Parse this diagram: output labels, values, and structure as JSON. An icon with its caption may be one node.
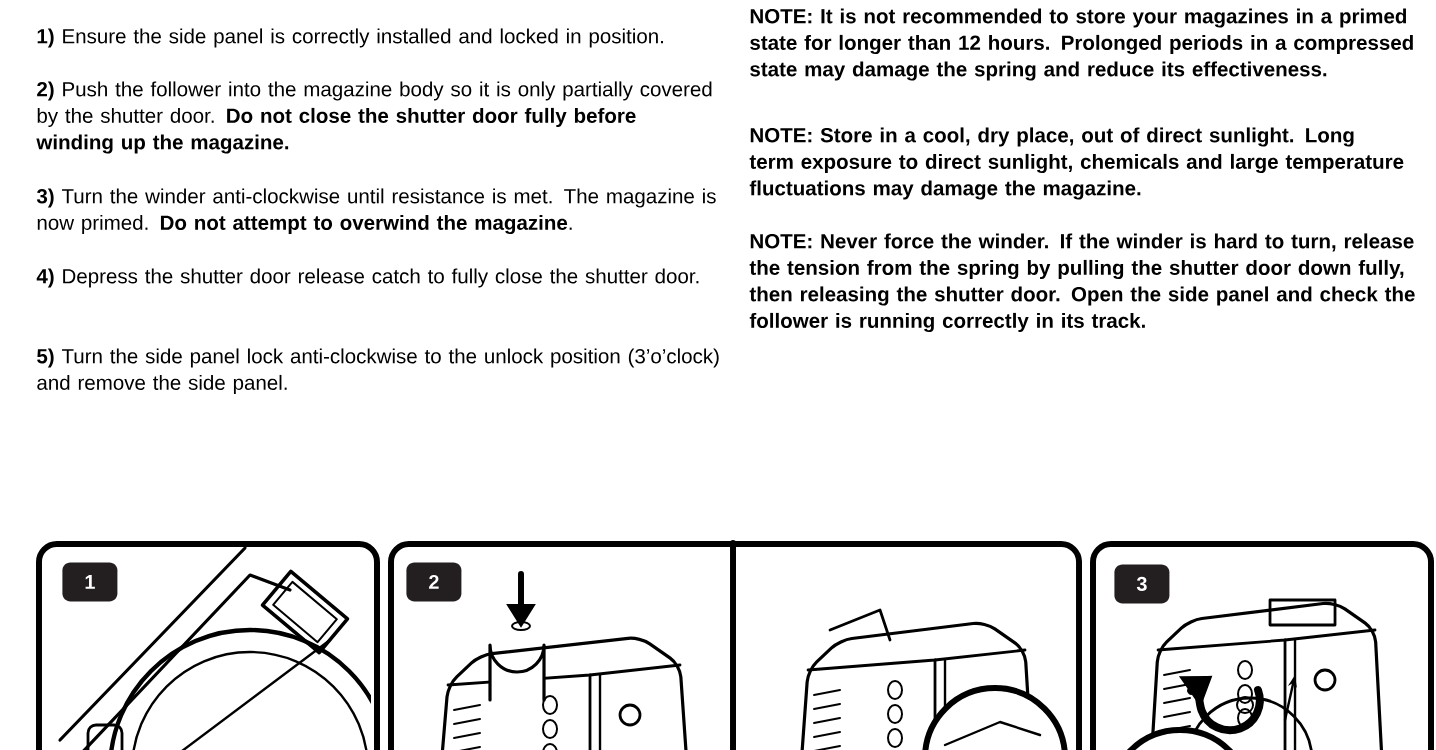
{
  "diagram": {
    "nodes": [
      {
        "text": [
          "1"
        ]
      },
      {
        "text": [
          "2"
        ]
      },
      {
        "text": [
          "3"
        ]
      }
    ],
    "labels": [
      "**1)** Ensure the side panel is correctly installed and locked in position.",
      "**2)** Push the follower into the magazine body so it is only partially covered by the shutter door. **Do not close the shutter door fully before winding up the magazine.**",
      "**3)** Turn the winder anti-clockwise until resistance is met. The magazine is now primed. **Do not attempt to overwind the magazine**.",
      "**4)** Depress the shutter door release catch to fully close the shutter door.",
      "**5)** Turn the side panel lock anti-clockwise to the unlock position (3’o’clock) and remove the side panel.",
      "NOTE: It is not recommended to store your magazines in a primed state for longer than 12 hours. Prolonged periods in a compressed state may damage the spring and reduce its effectiveness.",
      "NOTE: Store in a cool, dry place, out of direct sunlight. Long term exposure to direct sunlight, chemicals and large temperature fluctuations may damage the magazine.",
      "NOTE: Never force the winder. If the winder is hard to turn, release the tension from the spring by pulling the shutter door down fully, then releasing the shutter door. Open the side panel and check the follower is running correctly in its track."
    ]
  }
}
